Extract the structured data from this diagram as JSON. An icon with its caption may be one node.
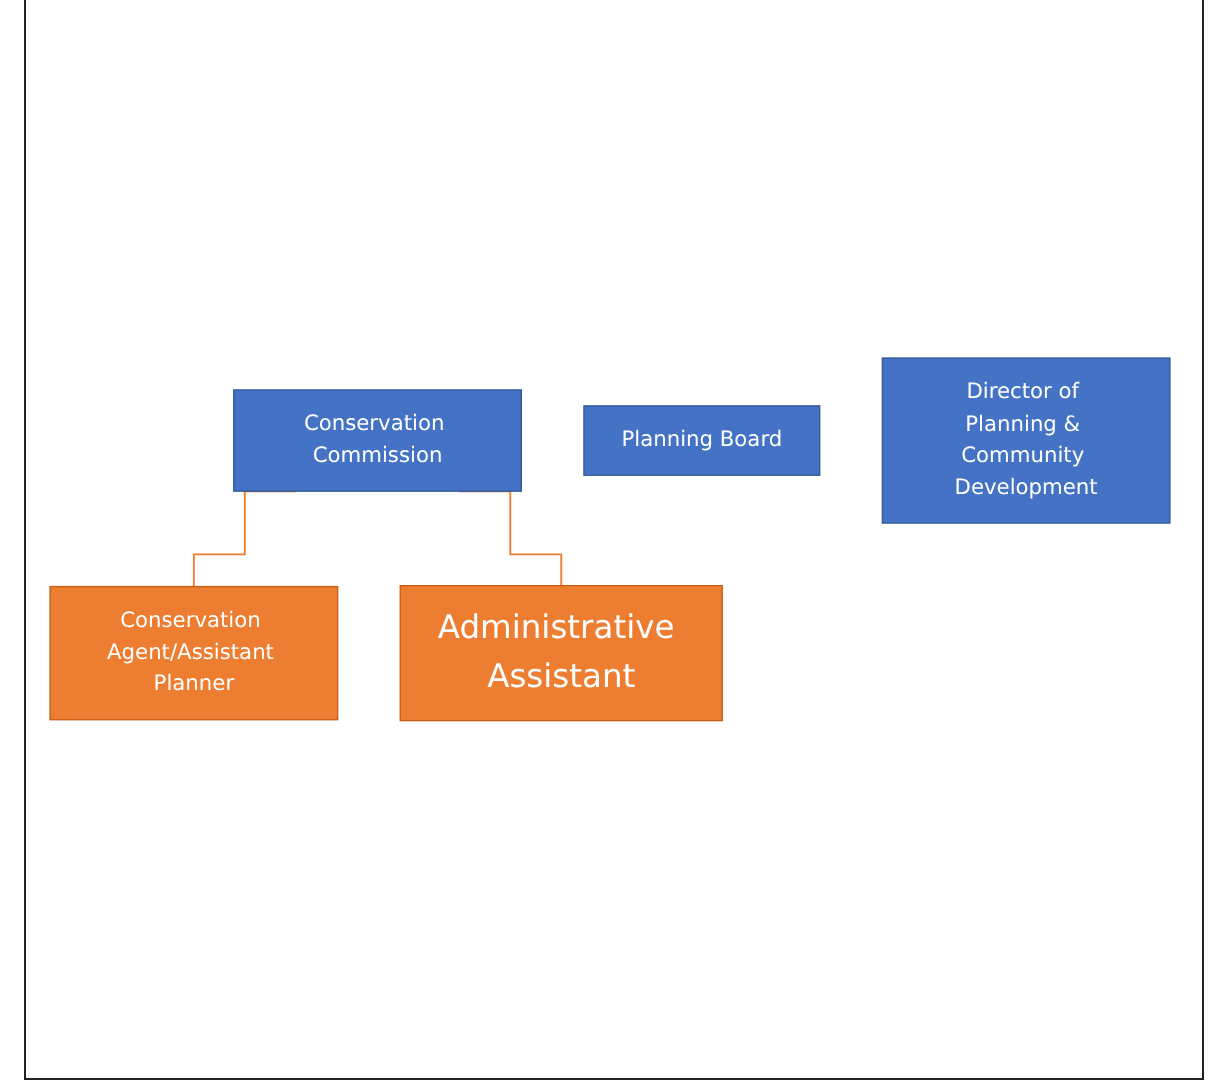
{
  "diagram": {
    "nodes": [
      {
        "text": [
          "Conservation Commission"
        ]
      },
      {
        "text": [
          "Planning Board"
        ]
      },
      {
        "text": [
          "Director of Planning & Community Development"
        ]
      },
      {
        "text": [
          "Conservation Agent/Assistant Planner"
        ]
      },
      {
        "text": [
          "Administrative Assistant"
        ]
      }
    ],
    "edges": [
      {
        "from": 0,
        "to": 3,
        "arrow": "none"
      },
      {
        "from": 0,
        "to": 4,
        "arrow": "none"
      }
    ]
  }
}
